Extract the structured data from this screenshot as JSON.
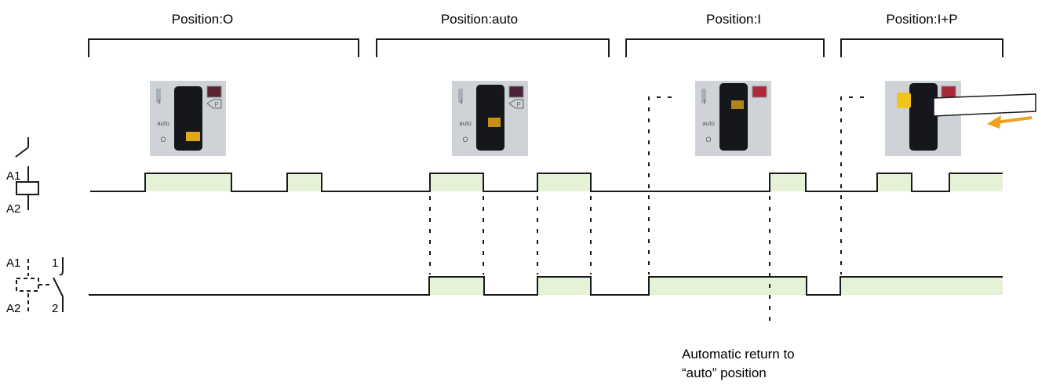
{
  "positions": [
    {
      "label": "Position:O"
    },
    {
      "label": "Position:auto"
    },
    {
      "label": "Position:I"
    },
    {
      "label": "Position:I+P"
    }
  ],
  "switch_labels": {
    "on_mark": "I",
    "auto_mark": "auto",
    "off_mark": "O",
    "p_mark": "P"
  },
  "coil_symbol": {
    "a1": "A1",
    "a2": "A2"
  },
  "contact_symbol": {
    "a1": "A1",
    "a2": "A2",
    "t1": "1",
    "t2": "2"
  },
  "note": {
    "line1": "Automatic return to",
    "line2": "“auto” position"
  },
  "colors": {
    "pulse_fill": "#e5f2d8",
    "line": "#1a1a1a",
    "arrow": "#f0a020",
    "switch_body": "#cfd3d8",
    "yellow_actuator": "#f2c418",
    "led": "#8a1e2a"
  }
}
